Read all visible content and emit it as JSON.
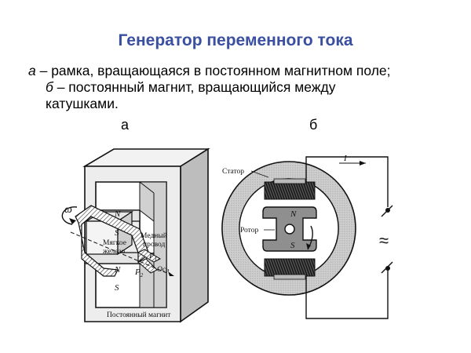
{
  "title": "Генератор переменного тока",
  "caption": {
    "a_letter": "а",
    "a_text": " – рамка, вращающаяся в постоянном магнитном поле;",
    "b_letter": "б",
    "b_text": " – постоянный магнит, вращающийся между",
    "b_text_2": "катушками."
  },
  "panel_labels": {
    "a": "а",
    "b": "б"
  },
  "diagram_a": {
    "omega": "ω",
    "n_top": "N",
    "s_top": "S",
    "n_bottom": "N",
    "s_bottom": "S",
    "soft_iron_1": "Мягкое",
    "soft_iron_2": "железо",
    "wire_1": "Медный",
    "wire_2": "провод",
    "p1": "P",
    "p1_sub": "1",
    "p2": "P",
    "p2_sub": "2",
    "axis": "Ось",
    "magnet": "Постоянный магнит"
  },
  "diagram_b": {
    "stator": "Статор",
    "rotor": "Ротор",
    "current": "I",
    "pole_n": "N",
    "pole_s": "S",
    "ac_symbol": "≈"
  }
}
